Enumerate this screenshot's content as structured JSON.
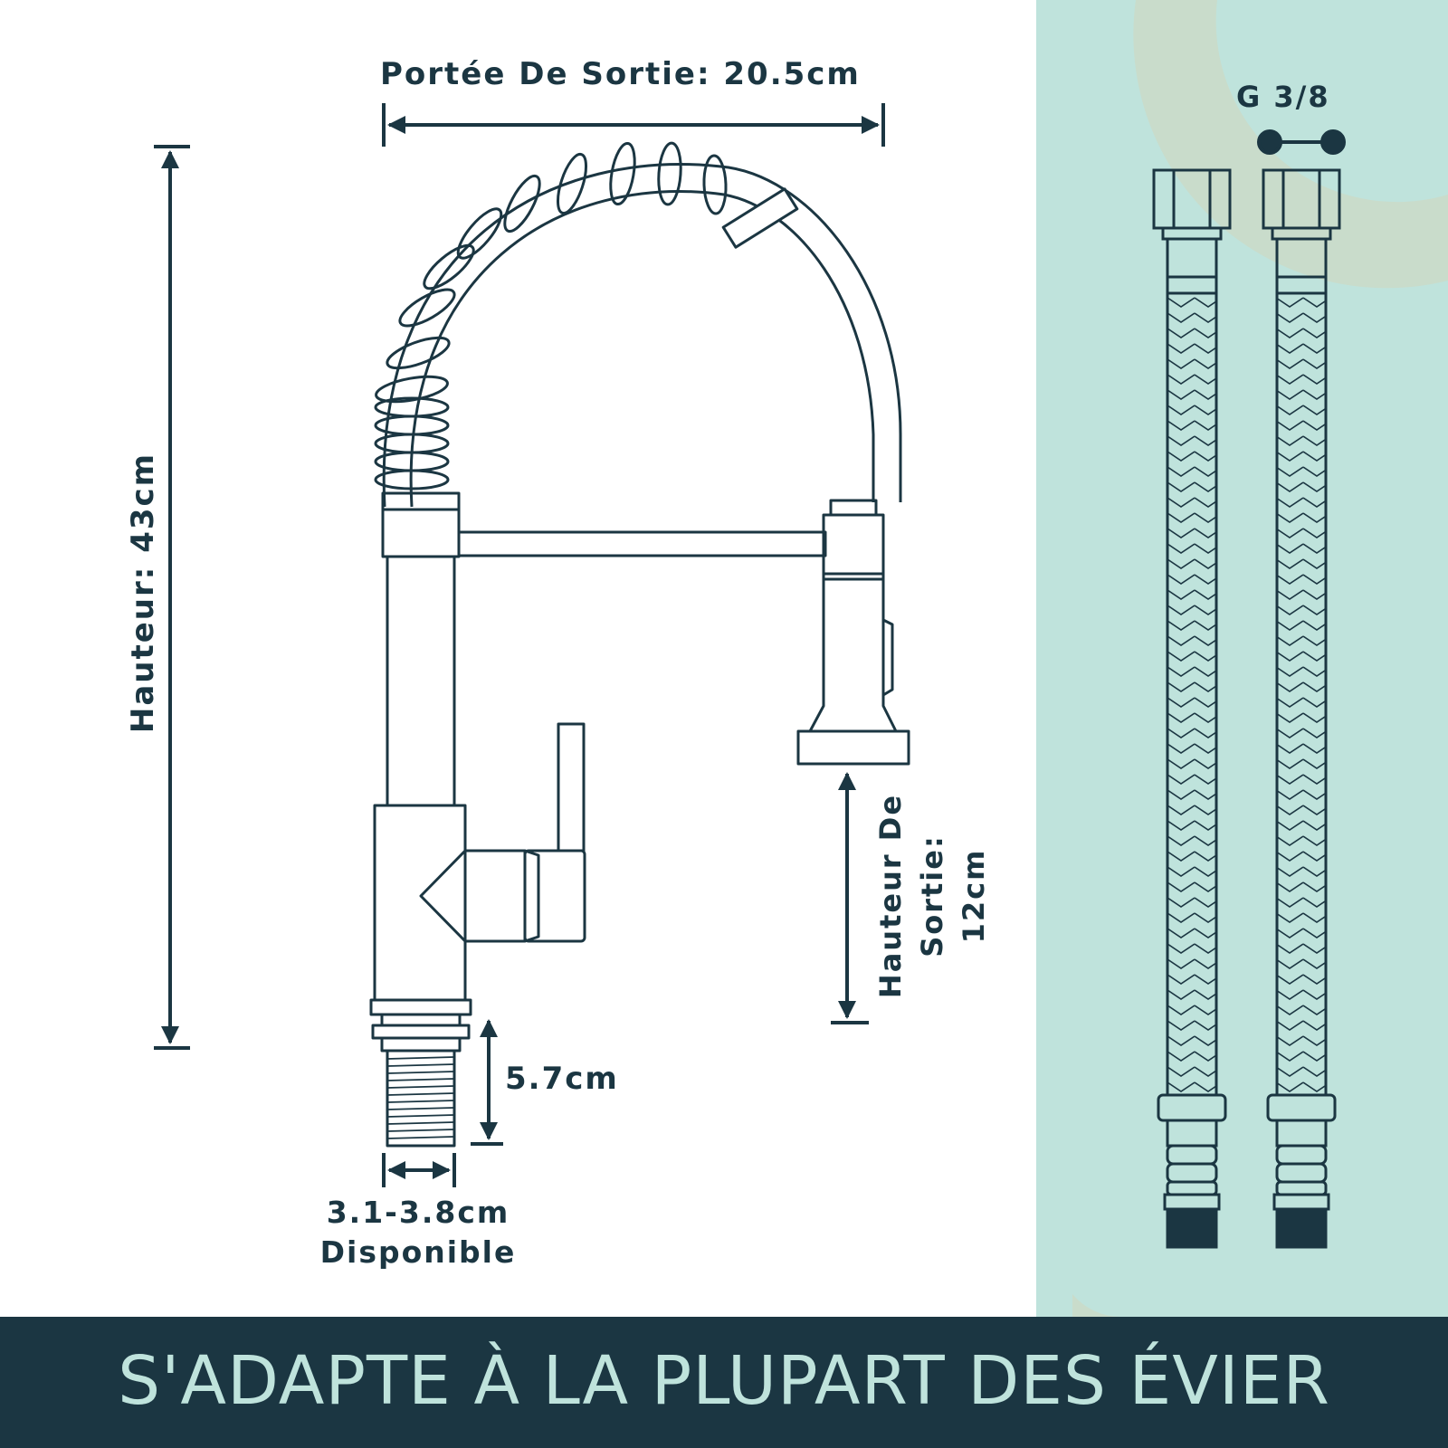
{
  "colors": {
    "ink": "#1b3642",
    "panel": "#bfe3dc",
    "panel_accent": "#c9dccb",
    "banner_bg": "#1b3642",
    "banner_text": "#bfe3dc"
  },
  "dimensions": {
    "reach_label": "Portée De Sortie: 20.5cm",
    "height_label": "Hauteur: 43cm",
    "spout_height_lines": [
      "Hauteur De",
      "Sortie:",
      "12cm"
    ],
    "shank_label": "5.7cm",
    "hole_lines": [
      "3.1-3.8cm",
      "Disponible"
    ],
    "hose_thread_label": "G 3/8"
  },
  "banner": {
    "text": "S'ADAPTE À LA PLUPART DES ÉVIER"
  }
}
